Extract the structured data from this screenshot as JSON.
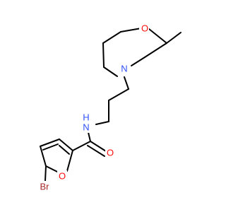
{
  "molecule": {
    "atoms": [
      {
        "id": "O1",
        "label": "O",
        "color": "#ff0d0d"
      },
      {
        "id": "N1",
        "label": "N",
        "color": "#3050f8"
      },
      {
        "id": "NH",
        "label": "N",
        "sub": "H",
        "color": "#3050f8"
      },
      {
        "id": "O2",
        "label": "O",
        "color": "#ff0d0d"
      },
      {
        "id": "O3",
        "label": "O",
        "color": "#ff0d0d"
      },
      {
        "id": "Br",
        "label": "Br",
        "color": "#a62929"
      }
    ]
  }
}
